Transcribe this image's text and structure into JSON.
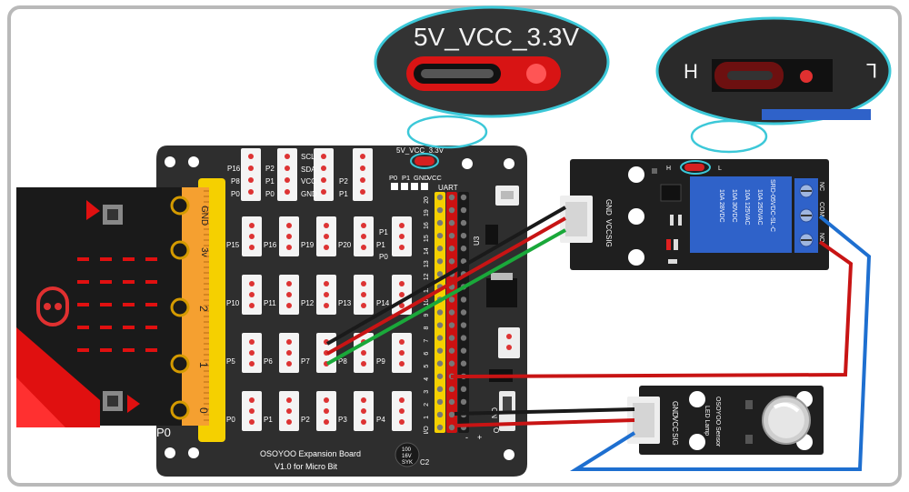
{
  "zoom_jumper": {
    "label": "5V_VCC_3.3V"
  },
  "zoom_relay": {
    "left": "H",
    "right": "L"
  },
  "expansion_board": {
    "jumper_label": "5V_VCC_3.3V",
    "header_labels": [
      "P0",
      "P1",
      "GND",
      "VCC"
    ],
    "uart": "UART",
    "top_left_pins": [
      "P16",
      "P8",
      "P0"
    ],
    "top_mid_pins": [
      "P2",
      "P1",
      "P0"
    ],
    "i2c_pins": [
      "SCL",
      "SDA",
      "VCC",
      "GND"
    ],
    "i2c_right": [
      "P2",
      "P1"
    ],
    "row1": [
      "P15",
      "P16",
      "P19",
      "P20",
      "P1",
      "P0"
    ],
    "row2": [
      "P10",
      "P11",
      "P12",
      "P13",
      "P14"
    ],
    "row3": [
      "P5",
      "P6",
      "P7",
      "P8",
      "P9"
    ],
    "row4": [
      "P0",
      "P1",
      "P2",
      "P3",
      "P4"
    ],
    "pin_numbers": [
      "20",
      "19",
      "16",
      "15",
      "14",
      "13",
      "12",
      "11",
      "10",
      "9",
      "8",
      "7",
      "6",
      "5",
      "4",
      "3",
      "2",
      "1",
      "I/O"
    ],
    "u3": "U3",
    "on": "ON",
    "c2": "C2",
    "cap_text": "100\n16V\nSYK",
    "minus": "-",
    "plus": "+",
    "title_line1": "OSOYOO Expansion Board",
    "title_line2": "V1.0 for Micro Bit"
  },
  "microbit": {
    "edge_labels": [
      "GND",
      "3v",
      "2",
      "1",
      "0"
    ],
    "p0_label": "P0"
  },
  "relay": {
    "pins": [
      "GND",
      "VCC",
      "SIG"
    ],
    "jumper_h": "H",
    "jumper_l": "L",
    "spec1": "SRD-05VDC-SL-C",
    "spec2": "10A 250VAC",
    "spec3": "10A 125VAC",
    "spec4": "10A 30VDC",
    "spec5": "10A 28VDC",
    "terms": [
      "NC",
      "COM",
      "NO"
    ]
  },
  "led_module": {
    "pins": [
      "GND",
      "VCC",
      "SIG"
    ],
    "name1": "OSOYOO Sensor",
    "name2": "LED Lamp"
  },
  "colors": {
    "board": "#2e2e2e",
    "header_yellow": "#f5d000",
    "header_red": "#cc1111",
    "wire_red": "#c81414",
    "wire_black": "#1a1a1a",
    "wire_green": "#1aa83a",
    "wire_blue": "#1e6fd0",
    "zoom_ring": "#3cc8d8",
    "relay_blue": "#2f62c9",
    "microbit": "#1a1a1a",
    "edge_orange": "#f5a030"
  }
}
